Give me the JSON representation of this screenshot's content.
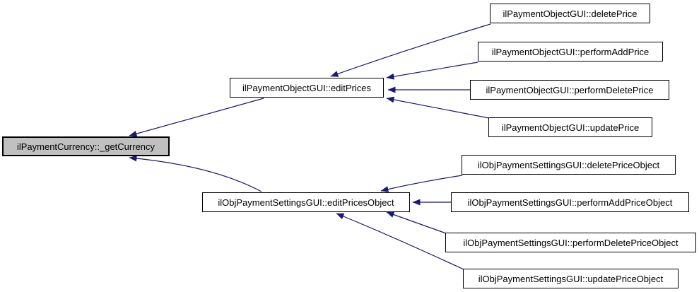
{
  "diagram": {
    "type": "doxygen-caller-graph",
    "colors": {
      "background": "#ffffff",
      "node_fill": "#ffffff",
      "node_border": "#000000",
      "highlight_node_fill": "#c0c0c0",
      "edge_color": "#191970",
      "text_color": "#000000"
    },
    "nodes": [
      {
        "id": "getCurrency",
        "label": "ilPaymentCurrency::_getCurrency",
        "highlight": true
      },
      {
        "id": "editPrices",
        "label": "ilPaymentObjectGUI::editPrices",
        "highlight": false
      },
      {
        "id": "editPricesObject",
        "label": "ilObjPaymentSettingsGUI::editPricesObject",
        "highlight": false
      },
      {
        "id": "deletePrice",
        "label": "ilPaymentObjectGUI::deletePrice",
        "highlight": false
      },
      {
        "id": "performAddPrice",
        "label": "ilPaymentObjectGUI::performAddPrice",
        "highlight": false
      },
      {
        "id": "performDeletePrice",
        "label": "ilPaymentObjectGUI::performDeletePrice",
        "highlight": false
      },
      {
        "id": "updatePrice",
        "label": "ilPaymentObjectGUI::updatePrice",
        "highlight": false
      },
      {
        "id": "deletePriceObject",
        "label": "ilObjPaymentSettingsGUI::deletePriceObject",
        "highlight": false
      },
      {
        "id": "performAddPriceObject",
        "label": "ilObjPaymentSettingsGUI::performAddPriceObject",
        "highlight": false
      },
      {
        "id": "performDeletePriceObject",
        "label": "ilObjPaymentSettingsGUI::performDeletePriceObject",
        "highlight": false
      },
      {
        "id": "updatePriceObject",
        "label": "ilObjPaymentSettingsGUI::updatePriceObject",
        "highlight": false
      }
    ],
    "edges": [
      {
        "from": "editPrices",
        "to": "getCurrency"
      },
      {
        "from": "editPricesObject",
        "to": "getCurrency"
      },
      {
        "from": "deletePrice",
        "to": "editPrices"
      },
      {
        "from": "performAddPrice",
        "to": "editPrices"
      },
      {
        "from": "performDeletePrice",
        "to": "editPrices"
      },
      {
        "from": "updatePrice",
        "to": "editPrices"
      },
      {
        "from": "deletePriceObject",
        "to": "editPricesObject"
      },
      {
        "from": "performAddPriceObject",
        "to": "editPricesObject"
      },
      {
        "from": "performDeletePriceObject",
        "to": "editPricesObject"
      },
      {
        "from": "updatePriceObject",
        "to": "editPricesObject"
      }
    ]
  }
}
